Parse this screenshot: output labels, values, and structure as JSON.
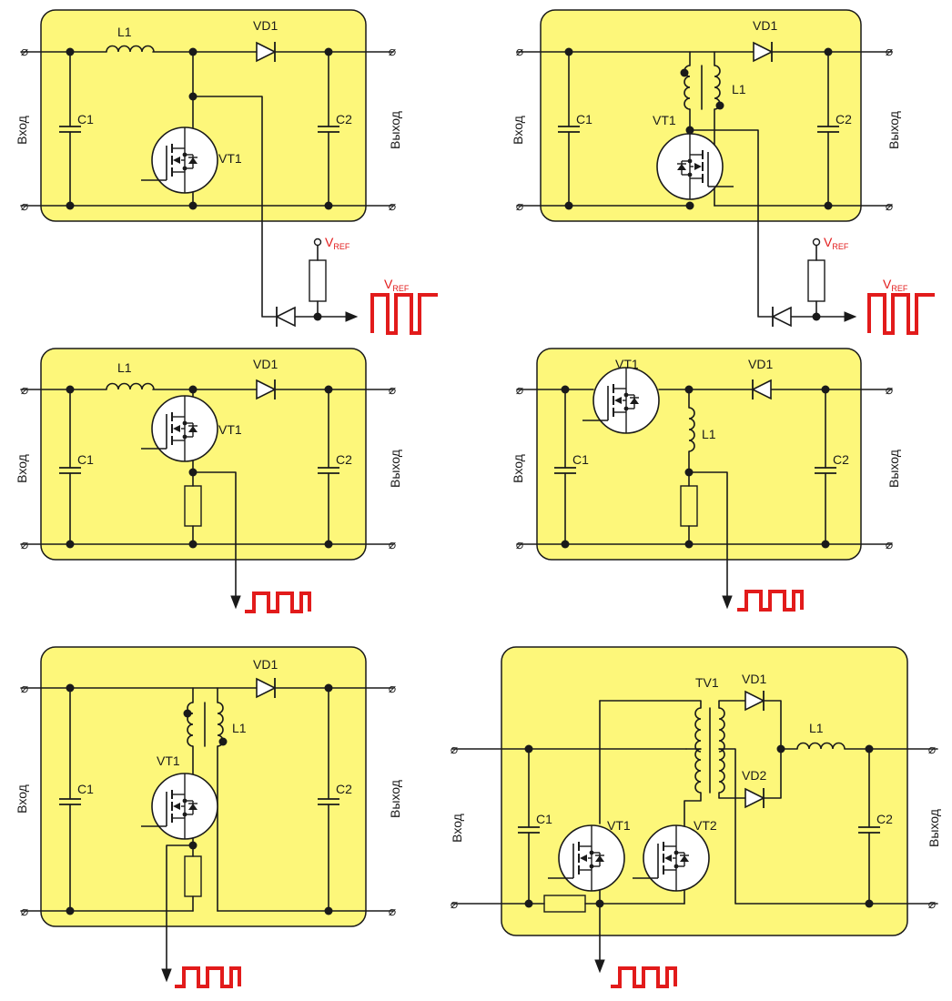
{
  "panels": [
    {
      "id": "boost-transformer-sense",
      "input": "Вход",
      "output": "Выход",
      "labels": {
        "l1": "L1",
        "vd1": "VD1",
        "c1": "C1",
        "c2": "C2",
        "vt1": "VT1"
      },
      "vref_top": "V",
      "vref_top_sub": "REF",
      "vref_wave": "V",
      "vref_wave_sub": "REF"
    },
    {
      "id": "flyback-transformer-sense",
      "input": "Вход",
      "output": "Выход",
      "labels": {
        "l1": "L1",
        "vd1": "VD1",
        "c1": "C1",
        "c2": "C2",
        "vt1": "VT1"
      },
      "vref_top": "V",
      "vref_top_sub": "REF",
      "vref_wave": "V",
      "vref_wave_sub": "REF"
    },
    {
      "id": "boost-resistor-sense",
      "input": "Вход",
      "output": "Выход",
      "labels": {
        "l1": "L1",
        "vd1": "VD1",
        "c1": "C1",
        "c2": "C2",
        "vt1": "VT1"
      }
    },
    {
      "id": "inverting-resistor-sense",
      "input": "Вход",
      "output": "Выход",
      "labels": {
        "l1": "L1",
        "vd1": "VD1",
        "c1": "C1",
        "c2": "C2",
        "vt1": "VT1"
      }
    },
    {
      "id": "flyback-resistor-sense",
      "input": "Вход",
      "output": "Выход",
      "labels": {
        "l1": "L1",
        "vd1": "VD1",
        "c1": "C1",
        "c2": "C2",
        "vt1": "VT1"
      }
    },
    {
      "id": "push-pull-resistor-sense",
      "input": "Вход",
      "output": "Выход",
      "labels": {
        "tv1": "TV1",
        "vd1": "VD1",
        "vd2": "VD2",
        "l1": "L1",
        "c1": "C1",
        "c2": "C2",
        "vt1": "VT1",
        "vt2": "VT2"
      }
    }
  ],
  "colors": {
    "panel": "#fdf77a",
    "waveform": "#e21b1b",
    "wire": "#1a1a1a"
  }
}
